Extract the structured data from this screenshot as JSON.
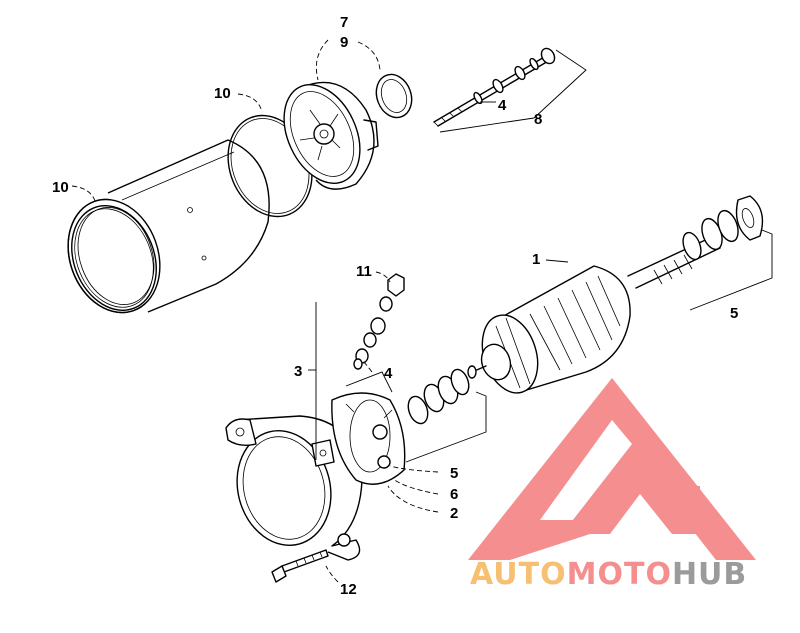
{
  "callouts": {
    "c7": "7",
    "c9": "9",
    "c10a": "10",
    "c10b": "10",
    "c4a": "4",
    "c8": "8",
    "c11": "11",
    "c1": "1",
    "c5a": "5",
    "c3": "3",
    "c4b": "4",
    "c5b": "5",
    "c6": "6",
    "c2": "2",
    "c12": "12"
  },
  "watermark": {
    "part1": "AUTO",
    "part2": "MOTO",
    "part3": "HUB",
    "color_orange": "#f5b55a",
    "color_red": "#f47b7b",
    "color_gray": "#8a8a8a"
  }
}
